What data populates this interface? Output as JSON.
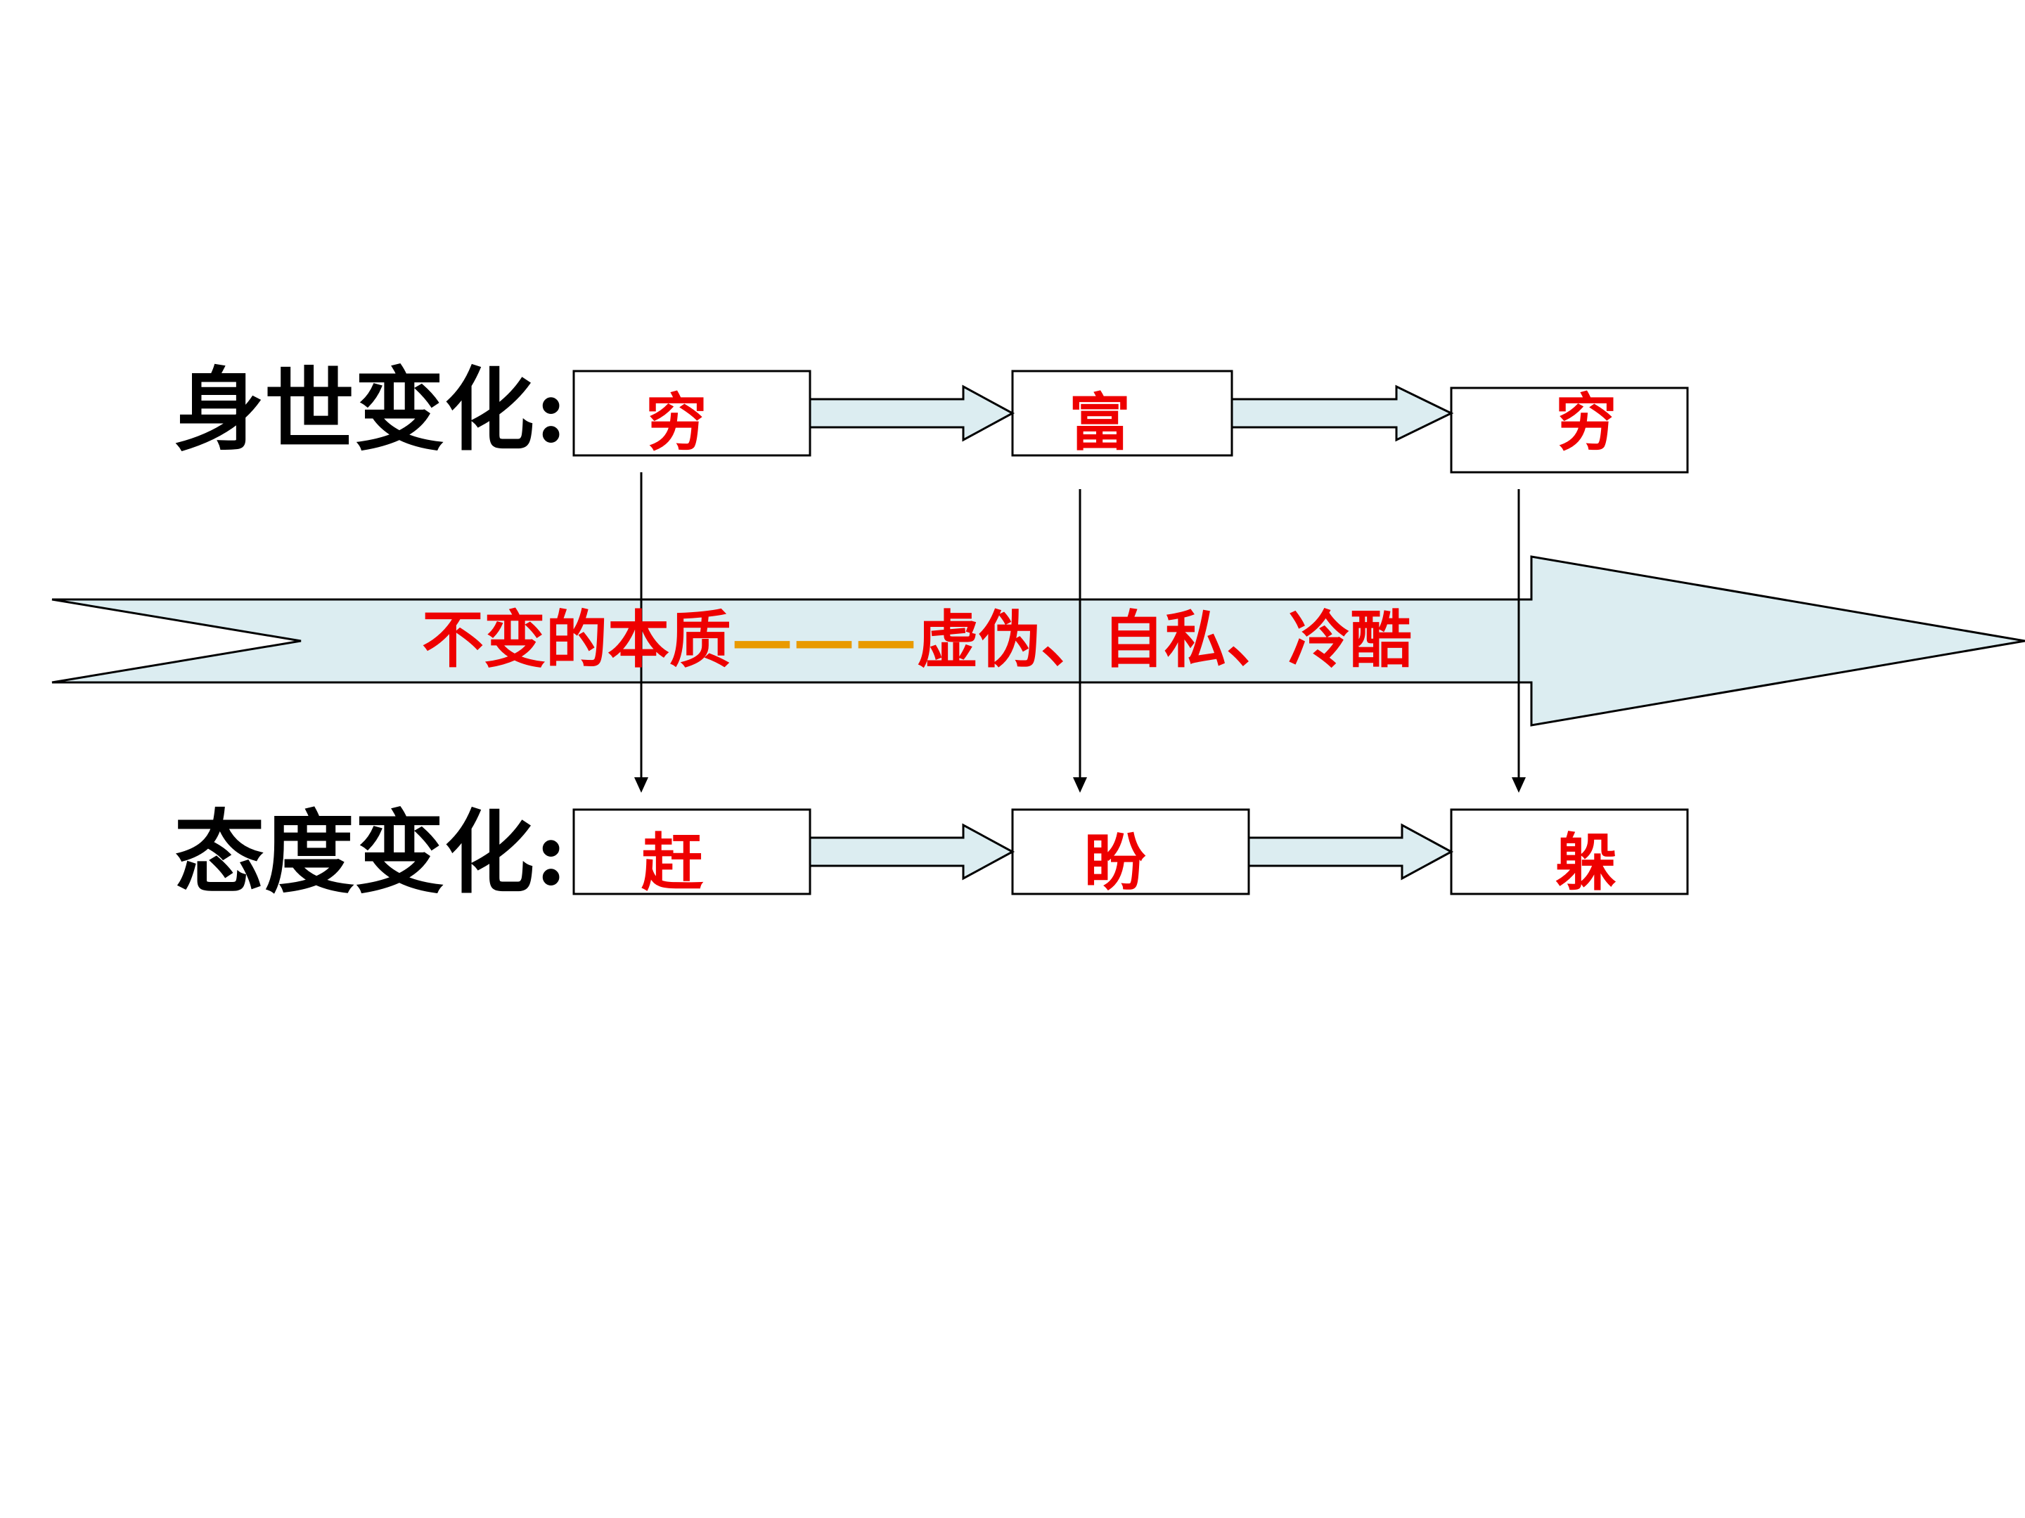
{
  "colors": {
    "text_accent": "#ee0000",
    "dash": "#e99a00",
    "arrow_fill": "#dcedf1",
    "stroke": "#000000"
  },
  "labels": {
    "status_change": "身世变化:",
    "attitude_change": "态度变化:"
  },
  "status_nodes": [
    "穷",
    "富",
    "穷"
  ],
  "attitude_nodes": [
    "赶",
    "盼",
    "躲"
  ],
  "essence": {
    "prefix": "不变的本质",
    "dash": "———",
    "suffix": "虚伪、自私、冷酷"
  }
}
